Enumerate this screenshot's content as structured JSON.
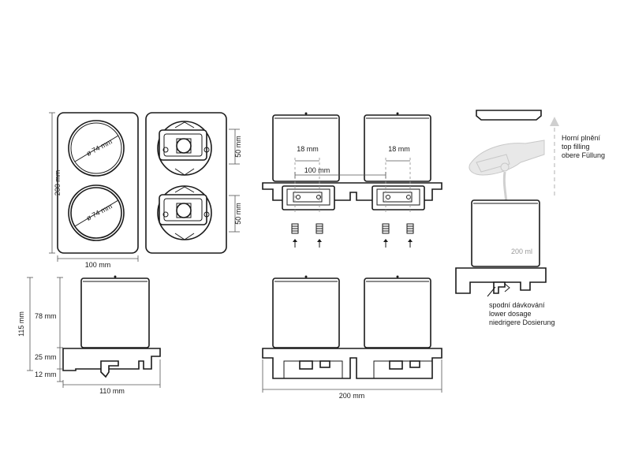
{
  "dimensions": {
    "height_200": "200 mm",
    "width_100": "100 mm",
    "diam_top": "ø 74 mm",
    "diam_bottom": "ø 74 mm",
    "spacing_top": "50 mm",
    "spacing_bottom": "50 mm",
    "offset_left": "18 mm",
    "offset_right": "18 mm",
    "center_distance": "100 mm",
    "height_115": "115 mm",
    "height_78": "78 mm",
    "height_25": "25 mm",
    "height_12": "12 mm",
    "width_110": "110 mm",
    "width_200": "200 mm"
  },
  "labels": {
    "capacity": "200 ml",
    "top_filling_cz": "Horní plnění",
    "top_filling_en": "top filling",
    "top_filling_de": "obere Füllung",
    "lower_dosage_cz": "spodní dávkování",
    "lower_dosage_en": "lower dosage",
    "lower_dosage_de": "niedrigere Dosierung"
  },
  "colors": {
    "line": "#1a1a1a",
    "arrow_grey": "#cfcfcf",
    "dashed": "#9a9a9a"
  }
}
